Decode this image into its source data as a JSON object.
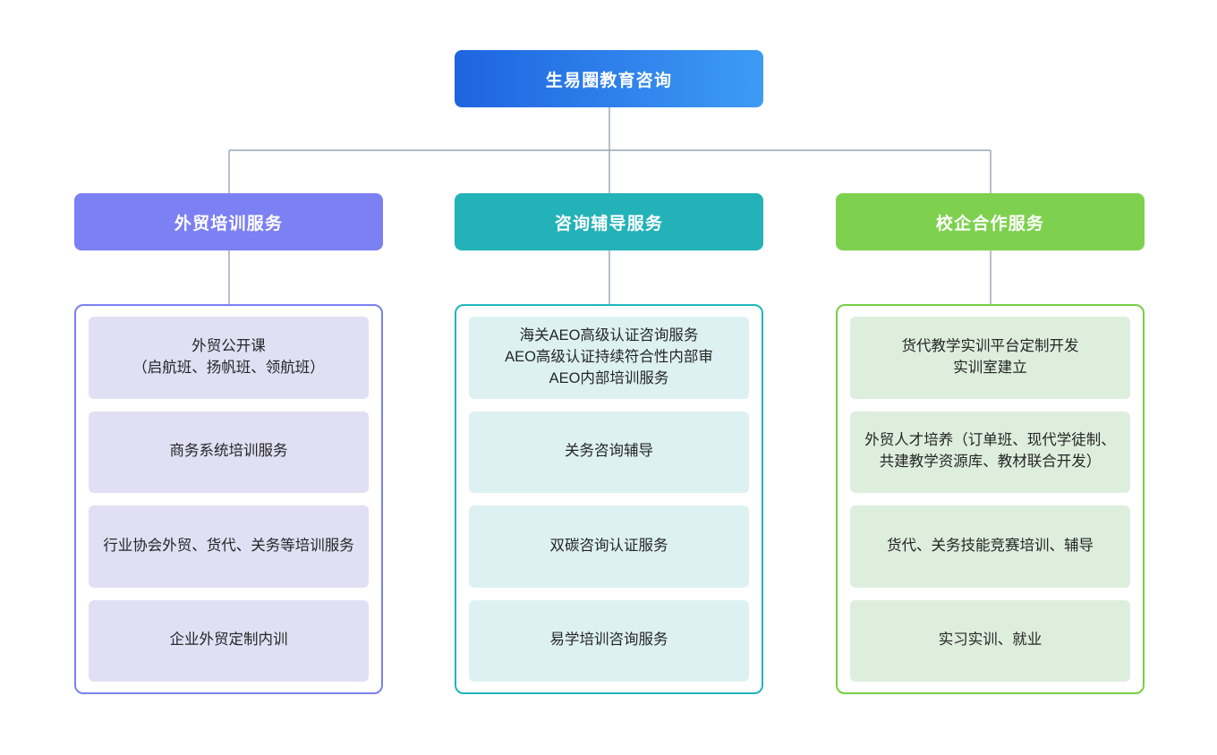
{
  "diagram": {
    "type": "organizational-tree",
    "orientation": "top-down",
    "root": {
      "label": "生易圈教育咨询",
      "color_start": "#1e64e0",
      "color_end": "#3d9bf5"
    },
    "connector_color": "#9aa6b2",
    "branches": [
      {
        "id": "waimao-peixun",
        "header": "外贸培训服务",
        "header_color": "#7b80f2",
        "border_color": "#7b7ff0",
        "item_color": "#e1dff4",
        "items": [
          "外贸公开课\n（启航班、扬帆班、领航班）",
          "商务系统培训服务",
          "行业协会外贸、货代、关务等培训服务",
          "企业外贸定制内训"
        ]
      },
      {
        "id": "zixun-fudao",
        "header": "咨询辅导服务",
        "header_color": "#23b2b8",
        "border_color": "#1fb5bb",
        "item_color": "#ddf1f2",
        "items": [
          "海关AEO高级认证咨询服务\nAEO高级认证持续符合性内部审\nAEO内部培训服务",
          "关务咨询辅导",
          "双碳咨询认证服务",
          "易学培训咨询服务"
        ]
      },
      {
        "id": "xiaoqi-hezuo",
        "header": "校企合作服务",
        "header_color": "#7ed14e",
        "border_color": "#76cf45",
        "item_color": "#ddeedd",
        "items": [
          "货代教学实训平台定制开发\n实训室建立",
          "外贸人才培养（订单班、现代学徒制、共建教学资源库、教材联合开发）",
          "货代、关务技能竞赛培训、辅导",
          "实习实训、就业"
        ]
      }
    ]
  }
}
